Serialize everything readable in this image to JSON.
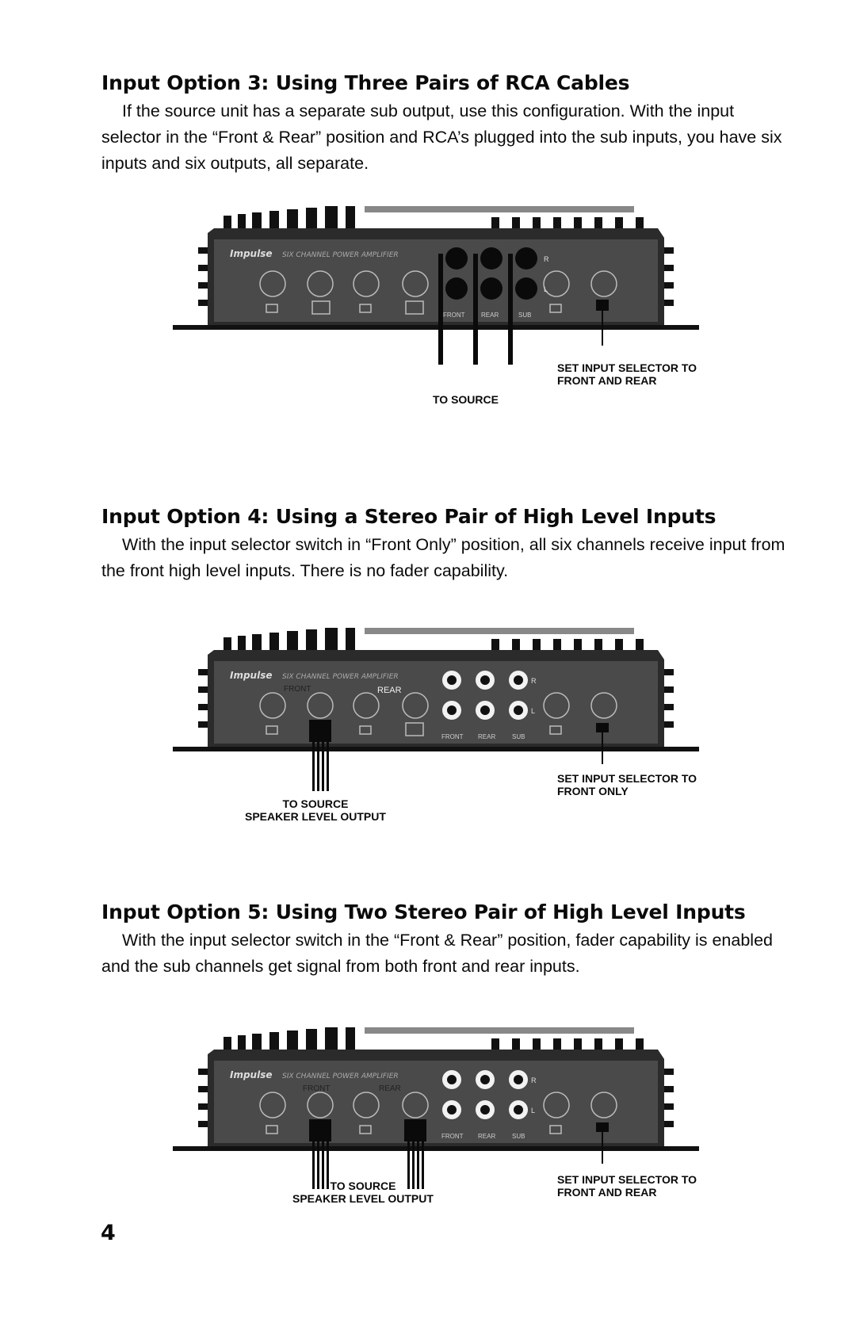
{
  "sections": [
    {
      "heading": "Input Option 3: Using Three Pairs of RCA Cables",
      "body": "If the source unit has a separate sub output, use this configuration. With the input selector in the “Front & Rear” position and RCA’s plugged into the sub inputs, you have six inputs and six outputs, all separate.",
      "diagram": {
        "brand": "Impulse",
        "model_text": "SIX CHANNEL POWER AMPLIFIER",
        "jack_labels": [
          "R",
          "L"
        ],
        "input_labels": [
          "FRONT",
          "REAR",
          "SUB"
        ],
        "callout_source": "TO SOURCE",
        "callout_selector": "SET INPUT SELECTOR TO\nFRONT AND REAR"
      }
    },
    {
      "heading": "Input Option 4: Using a Stereo Pair of High Level Inputs",
      "body": "With the input selector switch in “Front Only” position, all six channels receive input from the front high level inputs. There is no fader capability.",
      "diagram": {
        "brand": "Impulse",
        "model_text": "SIX CHANNEL POWER AMPLIFIER",
        "level_labels": [
          "FRONT",
          "REAR"
        ],
        "jack_labels": [
          "R",
          "L"
        ],
        "input_labels": [
          "FRONT",
          "REAR",
          "SUB"
        ],
        "callout_source": "TO SOURCE\nSPEAKER LEVEL OUTPUT",
        "callout_selector": "SET INPUT SELECTOR TO\nFRONT ONLY"
      }
    },
    {
      "heading": "Input Option 5: Using Two Stereo Pair of High Level Inputs",
      "body": "With the input selector switch in the “Front & Rear” position, fader capability is enabled and the sub channels get signal from both front and rear inputs.",
      "diagram": {
        "brand": "Impulse",
        "model_text": "SIX CHANNEL POWER AMPLIFIER",
        "level_labels": [
          "FRONT",
          "REAR"
        ],
        "jack_labels": [
          "R",
          "L"
        ],
        "input_labels": [
          "FRONT",
          "REAR",
          "SUB"
        ],
        "callout_source": "TO SOURCE\nSPEAKER LEVEL OUTPUT",
        "callout_selector": "SET INPUT SELECTOR TO\nFRONT AND REAR"
      }
    }
  ],
  "page_number": "4",
  "colors": {
    "ink": "#0a0a0a",
    "amp_body": "#2a2a2a",
    "amp_panel": "#555555",
    "paper": "#ffffff"
  }
}
